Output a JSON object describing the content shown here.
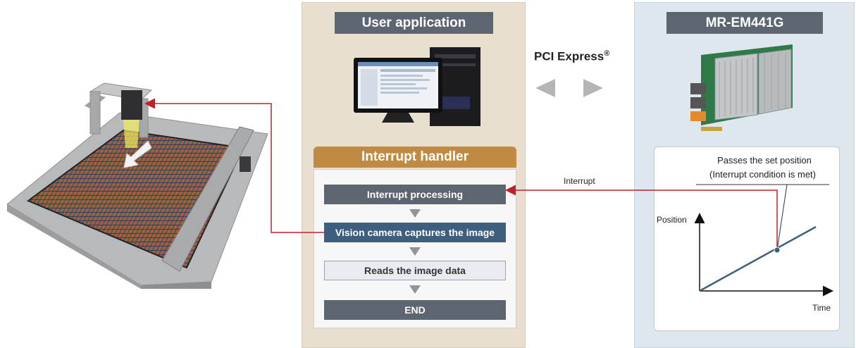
{
  "user_panel": {
    "title": "User application"
  },
  "bus": {
    "label": "PCI Express",
    "registered_mark": "®"
  },
  "card_panel": {
    "title": "MR-EM441G"
  },
  "handler": {
    "title": "Interrupt handler",
    "steps": [
      "Interrupt processing",
      "Vision camera captures the image",
      "Reads the image data",
      "END"
    ]
  },
  "interrupt_label": "Interrupt",
  "graph": {
    "callout_line1": "Passes the set position",
    "callout_line2": "(Interrupt condition is met)",
    "y_label": "Position",
    "x_label": "Time"
  },
  "colors": {
    "arrow_red": "#c0202a",
    "panel_beige": "#e9dfd0",
    "panel_blue": "#dde7ed",
    "title_gray": "#5d6570",
    "handler_orange": "#c08a43",
    "step_blue": "#3d5f7d",
    "plot_line": "#3d5f7d"
  }
}
